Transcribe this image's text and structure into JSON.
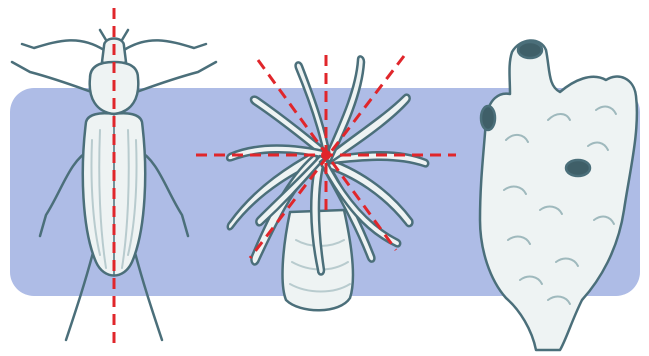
{
  "colors": {
    "background": "#ffffff",
    "band": "#aebce6",
    "outline": "#4b6f7a",
    "body_fill": "#eef3f3",
    "shade": "#b8cbce",
    "axis": "#e0262b"
  },
  "panels": [
    {
      "name": "beetle",
      "symmetry": "bilateral",
      "axes": 1
    },
    {
      "name": "sea-anemone",
      "symmetry": "radial",
      "axes": 4
    },
    {
      "name": "sponge",
      "symmetry": "asymmetric",
      "axes": 0
    }
  ]
}
